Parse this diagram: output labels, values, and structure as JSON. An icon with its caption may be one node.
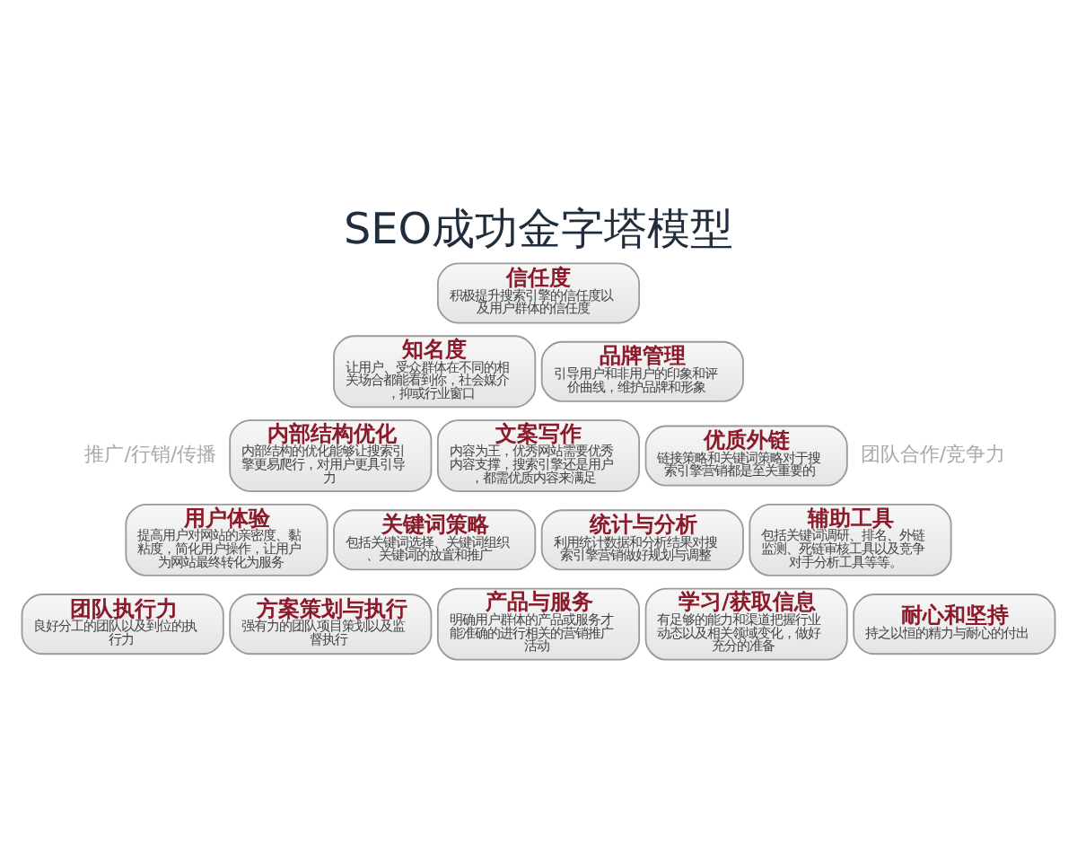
{
  "diagram": {
    "title": "SEO成功金字塔模型",
    "nodes": [
      {
        "text": [
          "信任度",
          "积极提升搜索引擎的信任度以及用户群体的信任度"
        ]
      },
      {
        "text": [
          "知名度",
          "让用户、受众群体在不同的相关场合都能看到你，社会媒介，抑或行业窗口"
        ]
      },
      {
        "text": [
          "品牌管理",
          "引导用户和非用户的印象和评价曲线，维护品牌和形象"
        ]
      },
      {
        "text": [
          "内部结构优化",
          "内部结构的优化能够让搜索引擎更易爬行，对用户更具引导力"
        ]
      },
      {
        "text": [
          "文案写作",
          "内容为王，优秀网站需要优秀内容支撑，搜索引擎还是用户，都需优质内容来满足"
        ]
      },
      {
        "text": [
          "优质外链",
          "链接策略和关键词策略对于搜索引擎营销都是至关重要的"
        ]
      },
      {
        "text": [
          "用户体验",
          "提高用户对网站的亲密度、黏粘度，简化用户操作，让用户为网站最终转化为服务"
        ]
      },
      {
        "text": [
          "关键词策略",
          "包括关键词选择、关键词组织、关键词的放置和推广"
        ]
      },
      {
        "text": [
          "统计与分析",
          "利用统计数据和分析结果对搜索引擎营销做好规划与调整"
        ]
      },
      {
        "text": [
          "辅助工具",
          "包括关键词调研、排名、外链监测、死链审核工具以及竞争对手分析工具等等。"
        ]
      },
      {
        "text": [
          "团队执行力",
          "良好分工的团队以及到位的执行力"
        ]
      },
      {
        "text": [
          "方案策划与执行",
          "强有力的团队项目策划以及监督执行"
        ]
      },
      {
        "text": [
          "产品与服务",
          "明确用户群体的产品或服务才能准确的进行相关的营销推广活动"
        ]
      },
      {
        "text": [
          "学习/获取信息",
          "有足够的能力和渠道把握行业动态以及相关领域变化，做好充分的准备"
        ]
      },
      {
        "text": [
          "耐心和坚持",
          "持之以恒的精力与耐心的付出"
        ]
      }
    ],
    "edges": [],
    "labels": [
      "推广/行销/传播",
      "团队合作/竞争力"
    ]
  }
}
